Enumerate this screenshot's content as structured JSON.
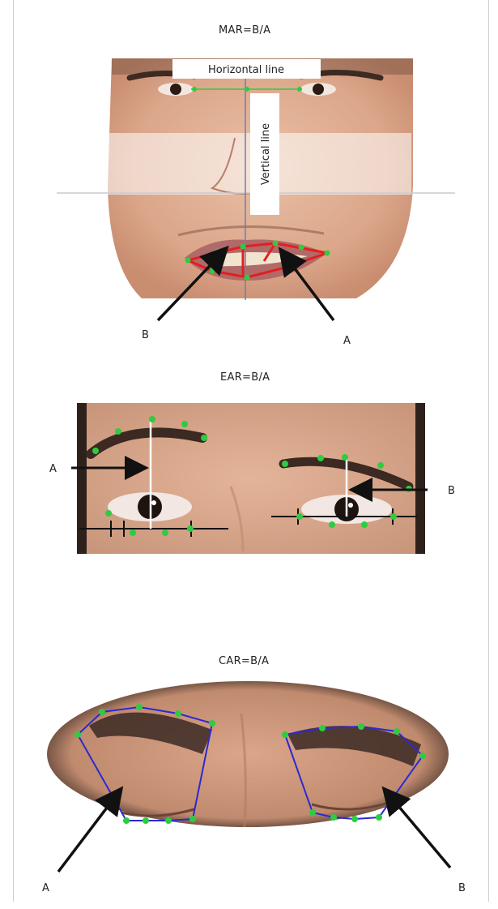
{
  "panels": {
    "mar": {
      "title": "MAR=B/A",
      "horizontal_line_label": "Horizontal line",
      "vertical_line_label": "Vertical line",
      "label_b": "B",
      "label_a": "A"
    },
    "ear": {
      "title": "EAR=B/A",
      "label_a": "A",
      "label_b": "B"
    },
    "car": {
      "title": "CAR=B/A",
      "label_a": "A",
      "label_b": "B"
    }
  },
  "colors": {
    "landmark": "#2ecc40",
    "mouth_outline": "#e02020",
    "polygon": "#2a2ad0",
    "arrow": "#111111",
    "skin": "#e2b197",
    "guide_line": "#ffffff"
  }
}
